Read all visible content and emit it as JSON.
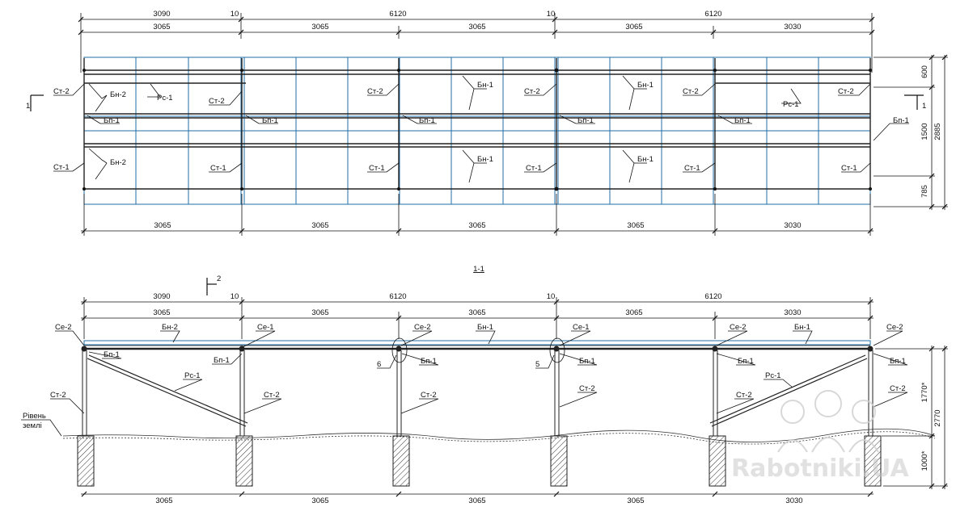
{
  "plan": {
    "dims_top_row1": [
      "3090",
      "10",
      "6120",
      "10",
      "6120"
    ],
    "dims_top_row2": [
      "3065",
      "3065",
      "3065",
      "3065",
      "3030"
    ],
    "dims_bottom": [
      "3065",
      "3065",
      "3065",
      "3065",
      "3030"
    ],
    "dims_right": [
      "600",
      "1500",
      "785"
    ],
    "dim_right_total": "2885",
    "section_mark": "1",
    "labels": {
      "st2_a": "Ст-2",
      "bn2_a": "Бн-2",
      "rs1_a": "Рс-1",
      "st2_b": "Ст-2",
      "st2_c": "Ст-2",
      "bn1_a": "Бн-1",
      "st2_d": "Ст-2",
      "bn1_b": "Бн-1",
      "st2_e": "Ст-2",
      "rs1_b": "Рс-1",
      "st2_f": "Ст-2",
      "bp1_a": "Бп-1",
      "bp1_b": "Бп-1",
      "bp1_c": "Бп-1",
      "bp1_d": "Бп-1",
      "bp1_e": "Бп-1",
      "bp1_f": "Бп-1",
      "st1_a": "Ст-1",
      "bn2_b": "Бн-2",
      "st1_b": "Ст-1",
      "st1_c": "Ст-1",
      "bn1_c": "Бн-1",
      "st1_d": "Ст-1",
      "bn1_d": "Бн-1",
      "st1_e": "Ст-1",
      "st1_f": "Ст-1"
    }
  },
  "section": {
    "title": "1-1",
    "section_mark": "2",
    "dims_top_row1": [
      "3090",
      "10",
      "6120",
      "10",
      "6120"
    ],
    "dims_top_row2": [
      "3065",
      "3065",
      "3065",
      "3065",
      "3030"
    ],
    "dims_bottom": [
      "3065",
      "3065",
      "3065",
      "3065",
      "3030"
    ],
    "dims_right": [
      "1770*",
      "1000*"
    ],
    "dim_right_total": "2770",
    "ground_label_1": "Рівень",
    "ground_label_2": "землі",
    "labels": {
      "se2_a": "Се-2",
      "bn2": "Бн-2",
      "se1_a": "Се-1",
      "se2_b": "Се-2",
      "bn1_a": "Бн-1",
      "se1_b": "Се-1",
      "se2_c": "Се-2",
      "bn1_b": "Бн-1",
      "se2_d": "Се-2",
      "bp1_a": "Бп-1",
      "bp1_b": "Бп-1",
      "bp1_c": "Бп-1",
      "bp1_d": "Бп-1",
      "bp1_e": "Бп-1",
      "bp1_f": "Бп-1",
      "node6": "6",
      "node5": "5",
      "rs1_a": "Рс-1",
      "rs1_b": "Рс-1",
      "st2_a": "Ст-2",
      "st2_b": "Ст-2",
      "st2_c": "Ст-2",
      "st2_d": "Ст-2",
      "st2_e": "Ст-2",
      "st2_f": "Ст-2"
    }
  },
  "watermark": "Rabotniki.UA",
  "colors": {
    "panel": "#1f6fa8",
    "frame": "#222222",
    "text": "#111111"
  }
}
